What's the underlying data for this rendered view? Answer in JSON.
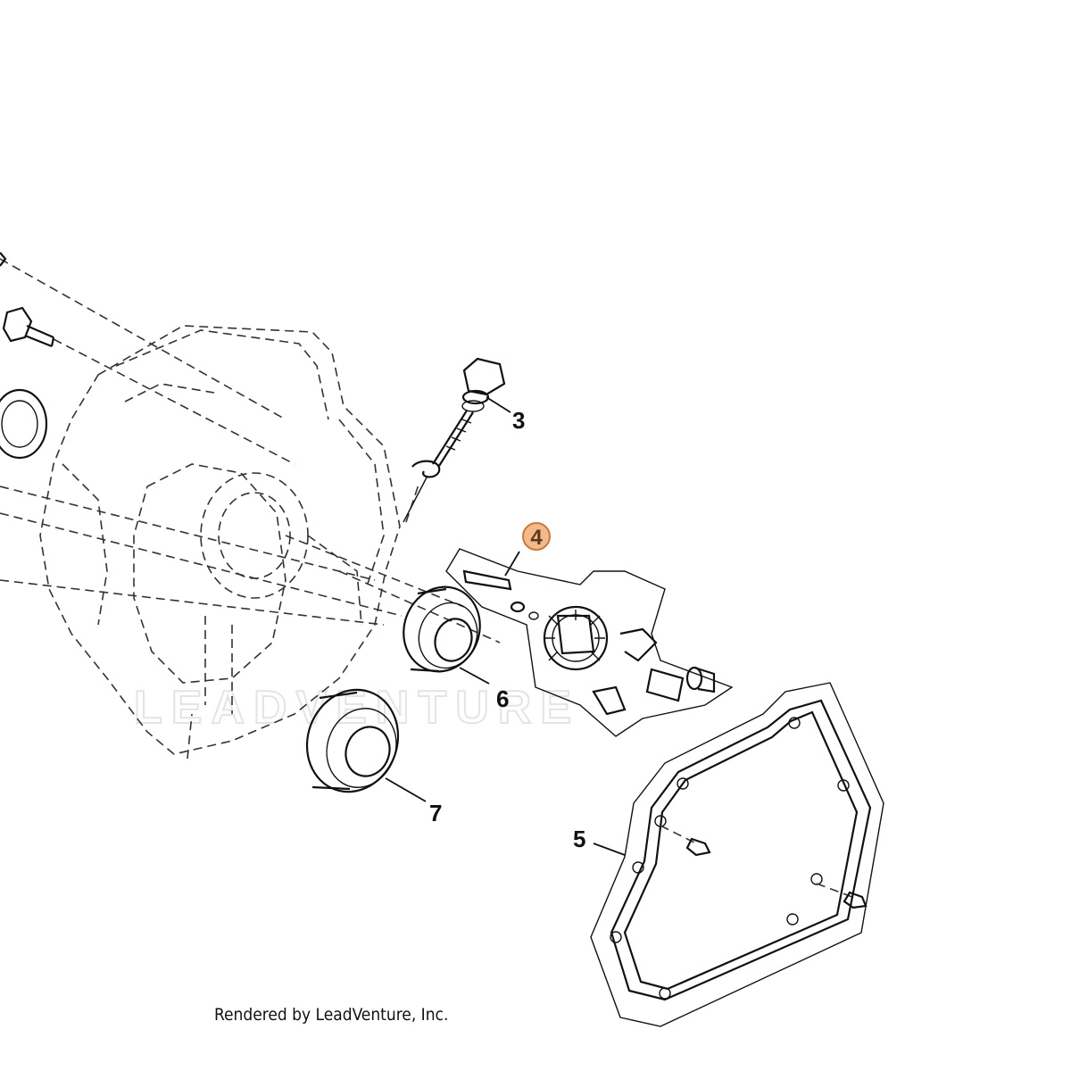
{
  "callouts": {
    "c3": "3",
    "c4": "4",
    "c5": "5",
    "c6": "6",
    "c7": "7"
  },
  "watermark": "LEADVENTURE",
  "credit": "Rendered by LeadVenture, Inc.",
  "colors": {
    "highlight_fill": "#f3b98a",
    "highlight_stroke": "#c77a3a",
    "line": "#111111"
  }
}
